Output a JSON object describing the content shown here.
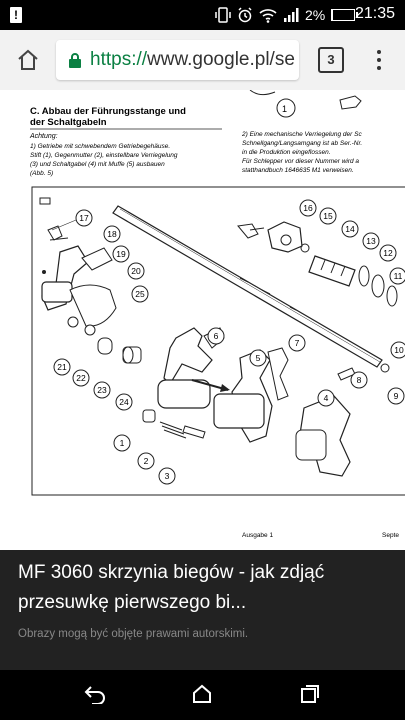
{
  "status_bar": {
    "time": "21:35",
    "battery": "2%",
    "battery_level": 0.02,
    "icons": [
      "alert-icon",
      "vibrate-icon",
      "alarm-icon",
      "wifi-icon",
      "signal-icon",
      "battery-icon"
    ]
  },
  "browser": {
    "url_scheme": "https://",
    "url_host": "www.google.pl/se",
    "tab_count": "3"
  },
  "image": {
    "section_title_1": "C. Abbau der Führungsstange und",
    "section_title_2": "der Schaltgabeln",
    "achtung": "Achtung:",
    "note_lines": [
      "1) Getriebe mit schwebendem Getriebegehäuse.",
      "Stift (1), Gegenmutter (2), einstellbare Verriegelung",
      "(3) und Schaltgabel (4) mit Muffe (5) ausbauen",
      "(Abb. 5)"
    ],
    "right_note_lines": [
      "2) Eine mechanische Verriegelung der Sc",
      "Schnellgang/Langsamgang ist ab Ser.-Nr.",
      "in die Produktion eingeflossen.",
      "Für Schlepper vor dieser Nummer wird a",
      "statthandbuch 1646635 M1 verweisen."
    ],
    "part_numbers": [
      "17",
      "18",
      "19",
      "20",
      "25",
      "21",
      "22",
      "23",
      "24",
      "6",
      "5",
      "7",
      "4",
      "1",
      "2",
      "3",
      "16",
      "15",
      "14",
      "13",
      "12",
      "11",
      "8",
      "10",
      "9",
      "1"
    ],
    "footer_left": "Ausgabe 1",
    "footer_right": "Septe"
  },
  "caption": {
    "title": "MF 3060 skrzynia biegów - jak zdjąć przesuwkę pierwszego bi...",
    "copyright": "Obrazy mogą być objęte prawami autorskimi."
  },
  "colors": {
    "url_scheme": "#0b8043",
    "caption_bg": "#222222"
  }
}
